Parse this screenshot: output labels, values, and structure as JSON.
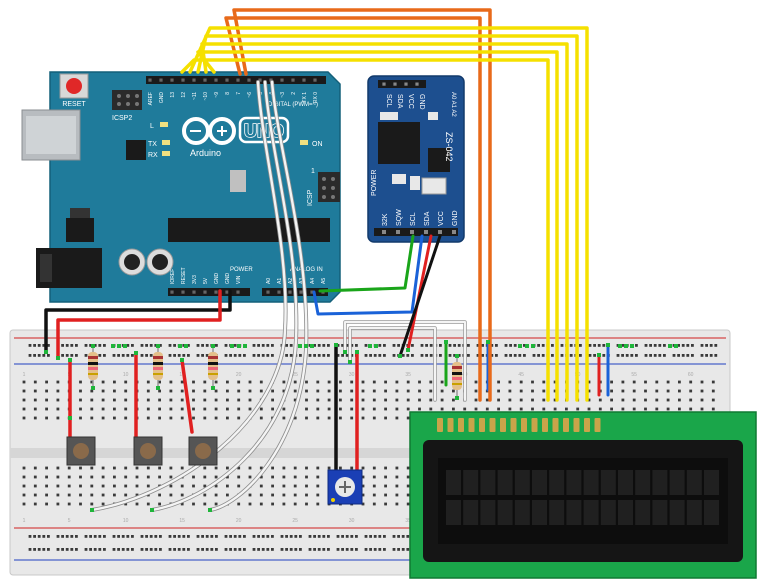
{
  "arduino": {
    "reset_label": "RESET",
    "icsp2_label": "ICSP2",
    "icsp_label": "ICSP",
    "led_l": "L",
    "led_tx": "TX",
    "led_rx": "RX",
    "on_label": "ON",
    "brand": "Arduino",
    "model": "UNO",
    "digital_label": "DIGITAL (PWM=~)",
    "power_label": "POWER",
    "analog_label": "ANALOG IN",
    "top_pins": [
      "AREF",
      "GND",
      "13",
      "12",
      "~11",
      "~10",
      "~9",
      "8",
      "7",
      "~6",
      "~5",
      "4",
      "~3",
      "2",
      "TX 1",
      "RX 0"
    ],
    "power_pins": [
      "IOREF",
      "RESET",
      "3V3",
      "5V",
      "GND",
      "GND",
      "VIN"
    ],
    "analog_pins": [
      "A0",
      "A1",
      "A2",
      "A3",
      "A4",
      "A5"
    ],
    "icsp_pin_num": "1"
  },
  "rtc_module": {
    "model_label": "ZS-042",
    "top_pins": [
      "32K",
      "SQW",
      "SCL",
      "SDA",
      "VCC",
      "GND"
    ],
    "top_header_labels": [
      "SCL",
      "SDA",
      "VCC",
      "GND"
    ],
    "addr_labels": "A0 A1 A2",
    "power_label": "POWER"
  },
  "breadboard": {
    "column_numbers": [
      "1",
      "5",
      "10",
      "15",
      "20",
      "25",
      "30",
      "35",
      "40",
      "45",
      "50",
      "55",
      "60"
    ]
  },
  "colors": {
    "arduino_board": "#1f7b9b",
    "rtc_board": "#1d4f8f",
    "lcd_board": "#1aa64a",
    "lcd_screen": "#151515",
    "wire_yellow": "#f5e000",
    "wire_orange": "#e86a1a",
    "wire_red": "#e02020",
    "wire_black": "#111111",
    "wire_green": "#1aa51a",
    "wire_blue": "#1a62d8",
    "wire_white": "#f4f4f4"
  }
}
